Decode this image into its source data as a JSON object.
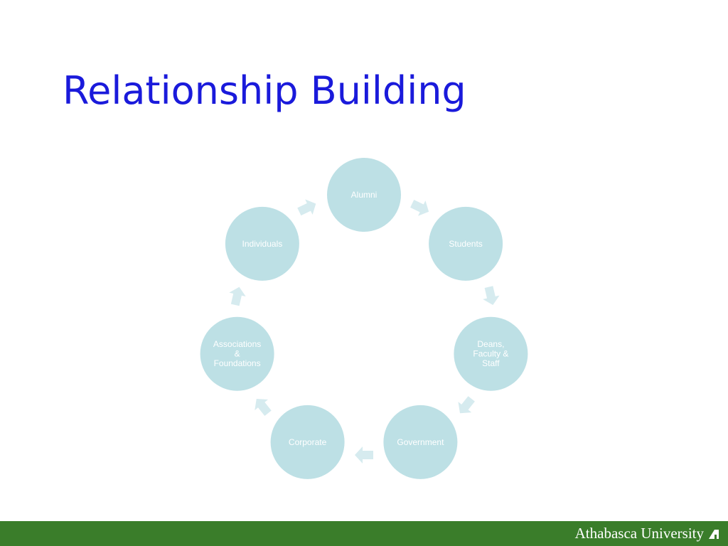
{
  "slide": {
    "title": "Relationship Building"
  },
  "diagram": {
    "type": "cycle",
    "nodes": [
      {
        "id": "alumni",
        "lines": [
          "Alumni"
        ]
      },
      {
        "id": "students",
        "lines": [
          "Students"
        ]
      },
      {
        "id": "deans-faculty-staff",
        "lines": [
          "Deans,",
          "Faculty &",
          "Staff"
        ]
      },
      {
        "id": "government",
        "lines": [
          "Government"
        ]
      },
      {
        "id": "corporate",
        "lines": [
          "Corporate"
        ]
      },
      {
        "id": "associations-foundations",
        "lines": [
          "Associations",
          "&",
          "Foundations"
        ]
      },
      {
        "id": "individuals",
        "lines": [
          "Individuals"
        ]
      }
    ],
    "direction": "clockwise",
    "colors": {
      "node_fill": "#bde0e5",
      "arrow_fill": "#d6ebef",
      "label": "#ffffff"
    }
  },
  "footer": {
    "logo_text": "Athabasca University",
    "logo_mark_icon": "au-logo-mark",
    "bar_color": "#3a7d2a"
  },
  "colors": {
    "title": "#1a1adb",
    "background": "#ffffff"
  }
}
